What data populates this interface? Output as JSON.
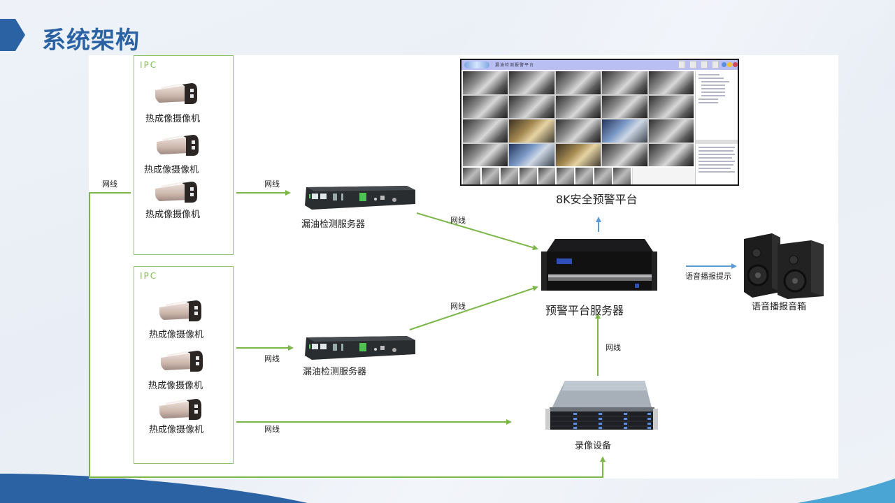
{
  "page": {
    "title": "系统架构"
  },
  "colors": {
    "title_blue": "#2b62a3",
    "connector_green": "#7ab648",
    "connector_blue": "#5b9bd5",
    "ipc_border_green": "#8cc36b"
  },
  "ipc_groups": [
    {
      "label": "IPC",
      "cameras": [
        {
          "label": "热成像摄像机",
          "icon": "thermal-camera-icon"
        },
        {
          "label": "热成像摄像机",
          "icon": "thermal-camera-icon"
        },
        {
          "label": "热成像摄像机",
          "icon": "thermal-camera-icon"
        }
      ]
    },
    {
      "label": "IPC",
      "cameras": [
        {
          "label": "热成像摄像机",
          "icon": "thermal-camera-icon"
        },
        {
          "label": "热成像摄像机",
          "icon": "thermal-camera-icon"
        },
        {
          "label": "热成像摄像机",
          "icon": "thermal-camera-icon"
        }
      ]
    }
  ],
  "devices": {
    "leak_server_1": {
      "label": "漏油检测服务器",
      "icon": "edge-server-icon"
    },
    "leak_server_2": {
      "label": "漏油检测服务器",
      "icon": "edge-server-icon"
    },
    "platform_screen": {
      "label": "8K安全预警平台",
      "icon": "monitoring-screen-icon",
      "screen_title": "漏油检测报警平台"
    },
    "alarm_server": {
      "label": "预警平台服务器",
      "icon": "rack-server-icon"
    },
    "recorder": {
      "label": "录像设备",
      "icon": "nvr-storage-icon"
    },
    "speaker": {
      "label": "语音播报音箱",
      "icon": "speaker-icon"
    }
  },
  "connections": [
    {
      "from": "ipc_group_1",
      "to": "leak_server_1",
      "label": "网线",
      "color": "green"
    },
    {
      "from": "ipc_group_2",
      "to": "leak_server_2",
      "label": "网线",
      "color": "green"
    },
    {
      "from": "leak_server_1",
      "to": "alarm_server",
      "label": "网线",
      "color": "green"
    },
    {
      "from": "leak_server_2",
      "to": "alarm_server",
      "label": "网线",
      "color": "green"
    },
    {
      "from": "ipc_group_2",
      "to": "recorder",
      "label": "网线",
      "color": "green"
    },
    {
      "from": "recorder",
      "to": "alarm_server",
      "label": "网线",
      "color": "green"
    },
    {
      "from": "ipc_group_1",
      "to": "recorder",
      "label": "网线",
      "color": "green"
    },
    {
      "from": "alarm_server",
      "to": "platform_screen",
      "label": "",
      "color": "blue"
    },
    {
      "from": "alarm_server",
      "to": "speaker",
      "label": "语音播报提示",
      "color": "blue"
    }
  ]
}
